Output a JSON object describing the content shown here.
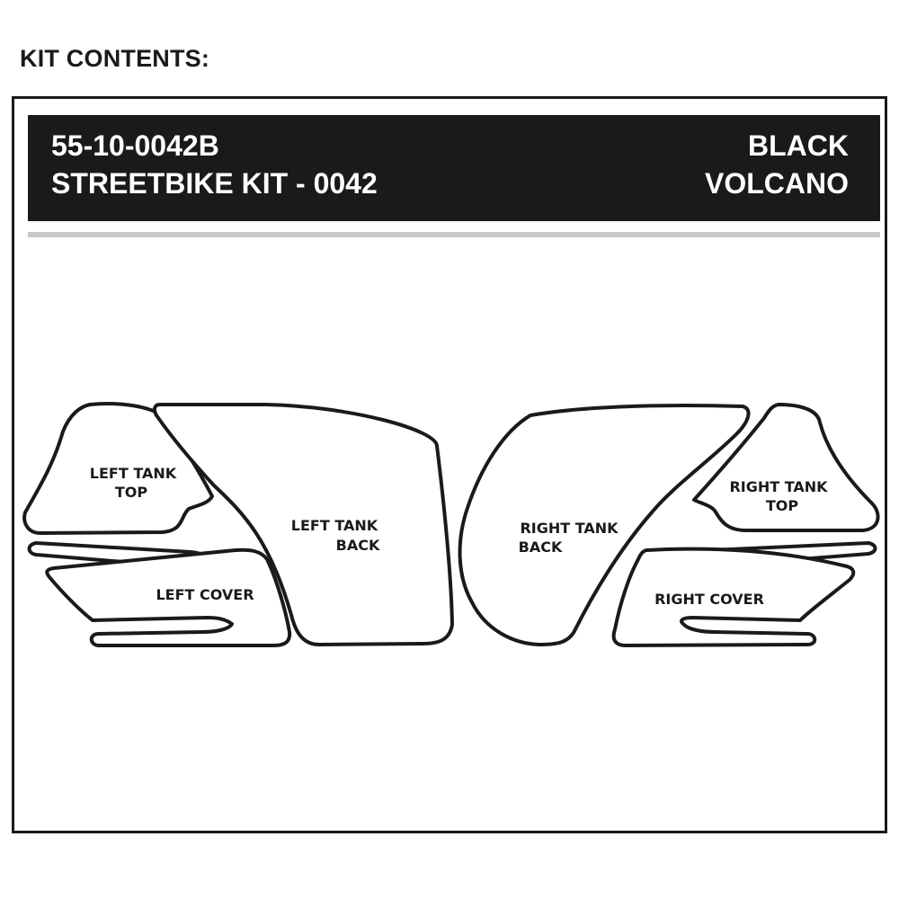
{
  "heading": "KIT CONTENTS:",
  "banner": {
    "part_number": "55-10-0042B",
    "kit_name": "STREETBIKE KIT - 0042",
    "color": "BLACK",
    "variant": "VOLCANO"
  },
  "pieces": {
    "left_tank_top": [
      "LEFT TANK",
      "TOP"
    ],
    "left_tank_back": [
      "LEFT TANK",
      "BACK"
    ],
    "left_cover": [
      "LEFT COVER"
    ],
    "right_tank_back": [
      "RIGHT TANK",
      "BACK"
    ],
    "right_tank_top": [
      "RIGHT TANK",
      "TOP"
    ],
    "right_cover": [
      "RIGHT COVER"
    ]
  },
  "colors": {
    "ink": "#1a1a1a",
    "banner_rule": "#c8c8c8",
    "background": "#ffffff"
  }
}
